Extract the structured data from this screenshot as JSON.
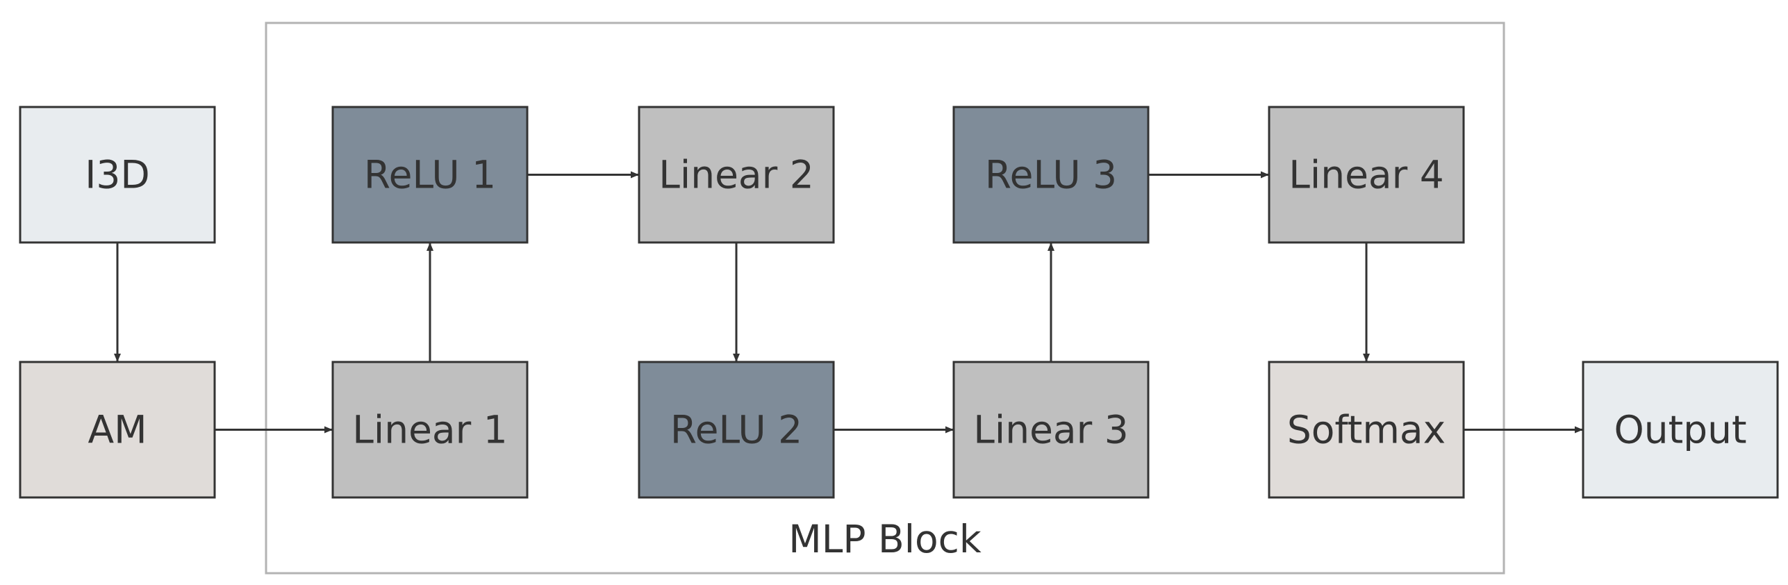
{
  "group": {
    "label": "MLP Block",
    "border_color": "#b3b3b3"
  },
  "nodes": [
    {
      "id": "i3d",
      "label": "I3D",
      "fill": "#e8ecef"
    },
    {
      "id": "am",
      "label": "AM",
      "fill": "#e0dcd9"
    },
    {
      "id": "relu1",
      "label": "ReLU 1",
      "fill": "#7f8c99"
    },
    {
      "id": "linear1",
      "label": "Linear 1",
      "fill": "#bfbfbf"
    },
    {
      "id": "linear2",
      "label": "Linear 2",
      "fill": "#bfbfbf"
    },
    {
      "id": "relu2",
      "label": "ReLU 2",
      "fill": "#7f8c99"
    },
    {
      "id": "relu3",
      "label": "ReLU 3",
      "fill": "#7f8c99"
    },
    {
      "id": "linear3",
      "label": "Linear 3",
      "fill": "#bfbfbf"
    },
    {
      "id": "linear4",
      "label": "Linear 4",
      "fill": "#bfbfbf"
    },
    {
      "id": "softmax",
      "label": "Softmax",
      "fill": "#e0dcd9"
    },
    {
      "id": "output",
      "label": "Output",
      "fill": "#e8ecef"
    }
  ],
  "edges": [
    {
      "from": "i3d",
      "to": "am"
    },
    {
      "from": "am",
      "to": "linear1"
    },
    {
      "from": "linear1",
      "to": "relu1"
    },
    {
      "from": "relu1",
      "to": "linear2"
    },
    {
      "from": "linear2",
      "to": "relu2"
    },
    {
      "from": "relu2",
      "to": "linear3"
    },
    {
      "from": "linear3",
      "to": "relu3"
    },
    {
      "from": "relu3",
      "to": "linear4"
    },
    {
      "from": "linear4",
      "to": "softmax"
    },
    {
      "from": "softmax",
      "to": "output"
    }
  ],
  "colors": {
    "node_border": "#333333",
    "edge": "#333333",
    "text": "#333333"
  }
}
